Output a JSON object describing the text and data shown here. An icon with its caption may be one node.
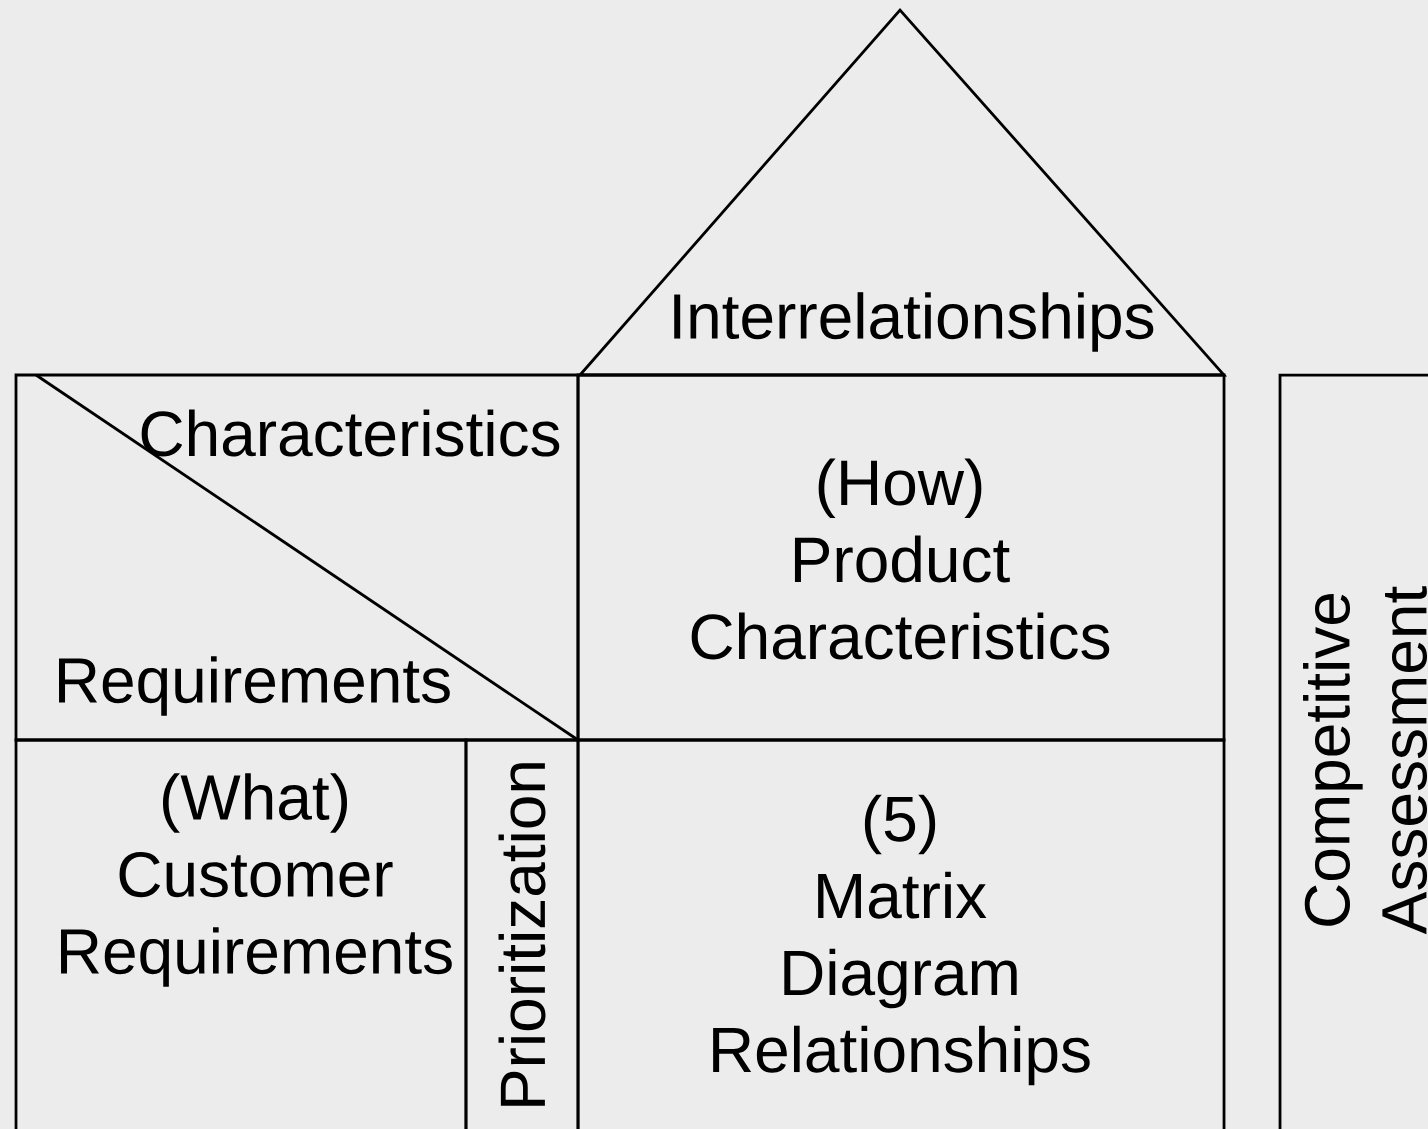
{
  "diagram": {
    "nodes": [
      {
        "text": [
          "Interrelationships"
        ]
      },
      {
        "text": [
          "Characteristics",
          "Requirements"
        ]
      },
      {
        "text": [
          "(How) Product Characteristics"
        ]
      },
      {
        "text": [
          "(What) Customer Requirements"
        ]
      },
      {
        "text": [
          "Prioritization"
        ]
      },
      {
        "text": [
          "(5) Matrix Diagram Relationships"
        ]
      },
      {
        "text": [
          "Competitive Assessment"
        ]
      }
    ]
  }
}
